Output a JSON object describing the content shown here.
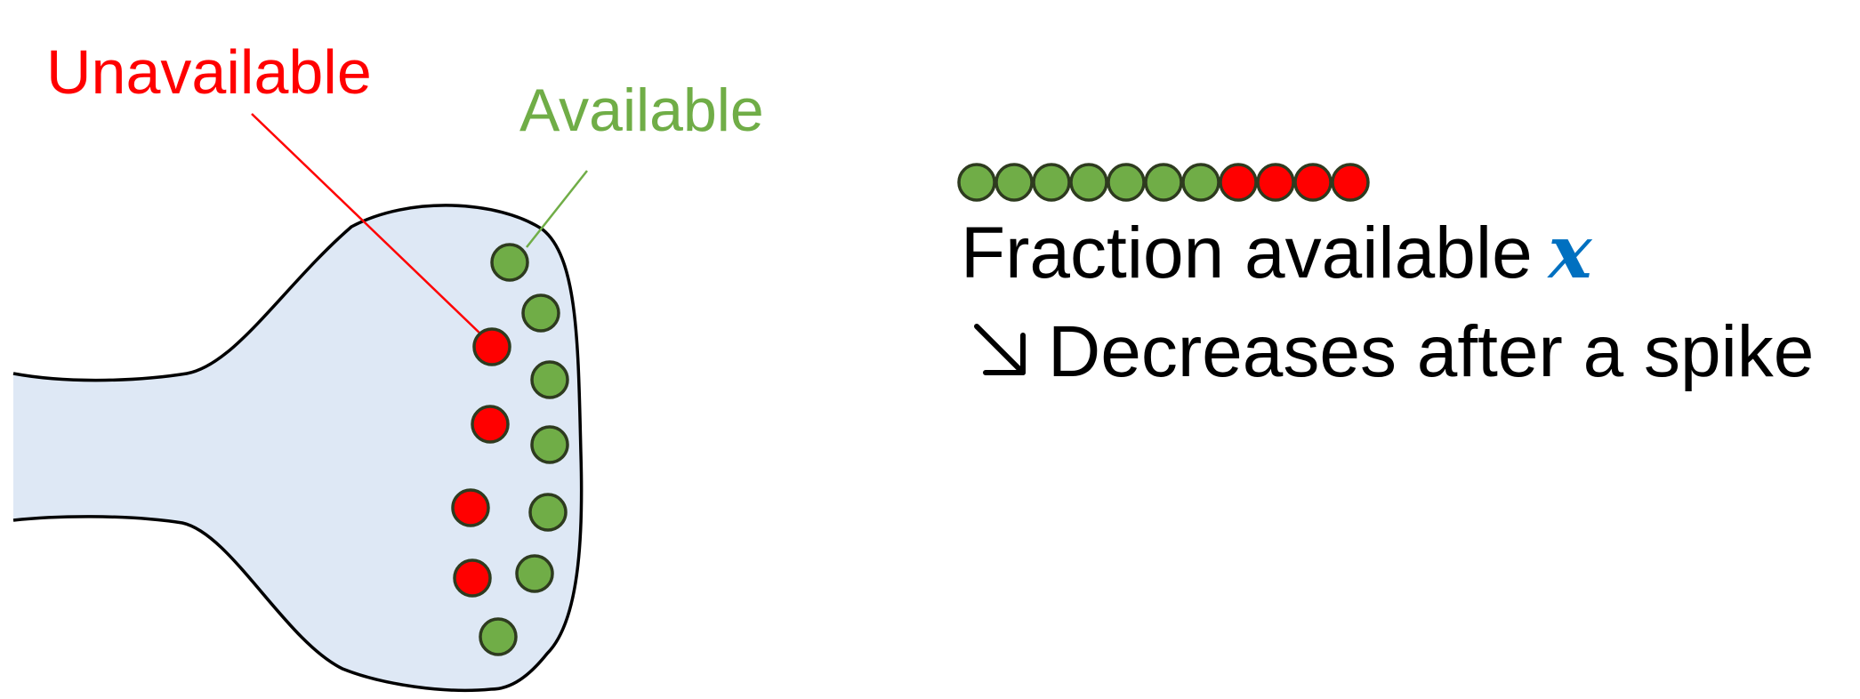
{
  "labels": {
    "unavailable": "Unavailable",
    "available": "Available",
    "fraction_text": "Fraction available",
    "fraction_variable": "x",
    "decrease_text": "Decreases after a spike"
  },
  "icons": {
    "decrease_arrow": "south-east-arrow-icon"
  },
  "colors": {
    "unavailable": "#ff0000",
    "available": "#70ad47",
    "variable": "#0070c0",
    "terminal_fill": "#dee8f5",
    "vesicle_stroke": "#2e3b1f"
  },
  "vesicle_bar": {
    "available_count": 7,
    "unavailable_count": 4
  }
}
